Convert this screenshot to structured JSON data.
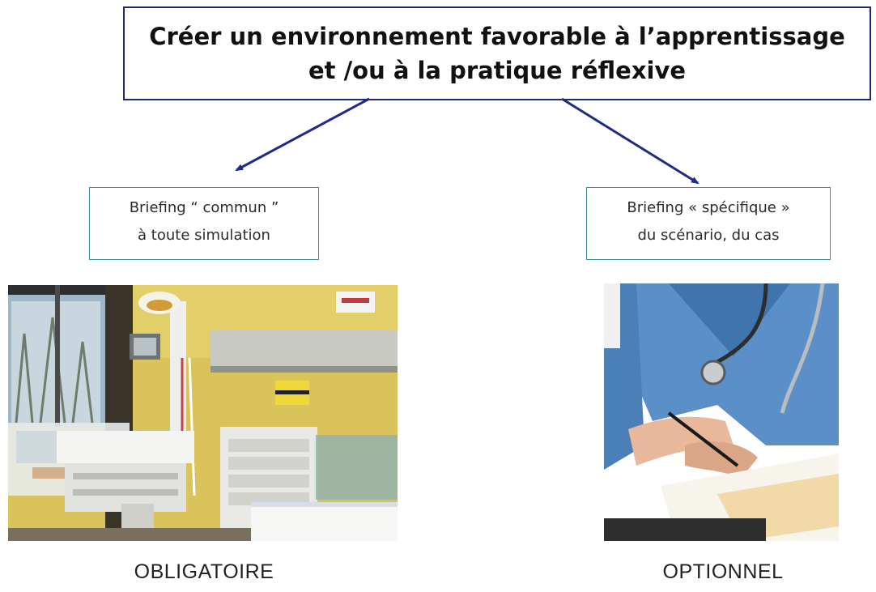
{
  "title": {
    "line1": "Créer un environnement favorable à l’apprentissage",
    "line2": "et /ou à la pratique réflexive"
  },
  "branches": [
    {
      "briefing_line1": "Briefing “ commun ”",
      "briefing_line2": "à toute simulation",
      "image": "neonatal-care-room-photo",
      "label": "OBLIGATOIRE"
    },
    {
      "briefing_line1": "Briefing « spécifique »",
      "briefing_line2": "du scénario, du cas",
      "image": "nurses-with-stethoscope-photo",
      "label": "OPTIONNEL"
    }
  ],
  "colors": {
    "title_border": "#1f2a6b",
    "arrow": "#1f2a8a",
    "briefing_border": "#3d8f93"
  }
}
